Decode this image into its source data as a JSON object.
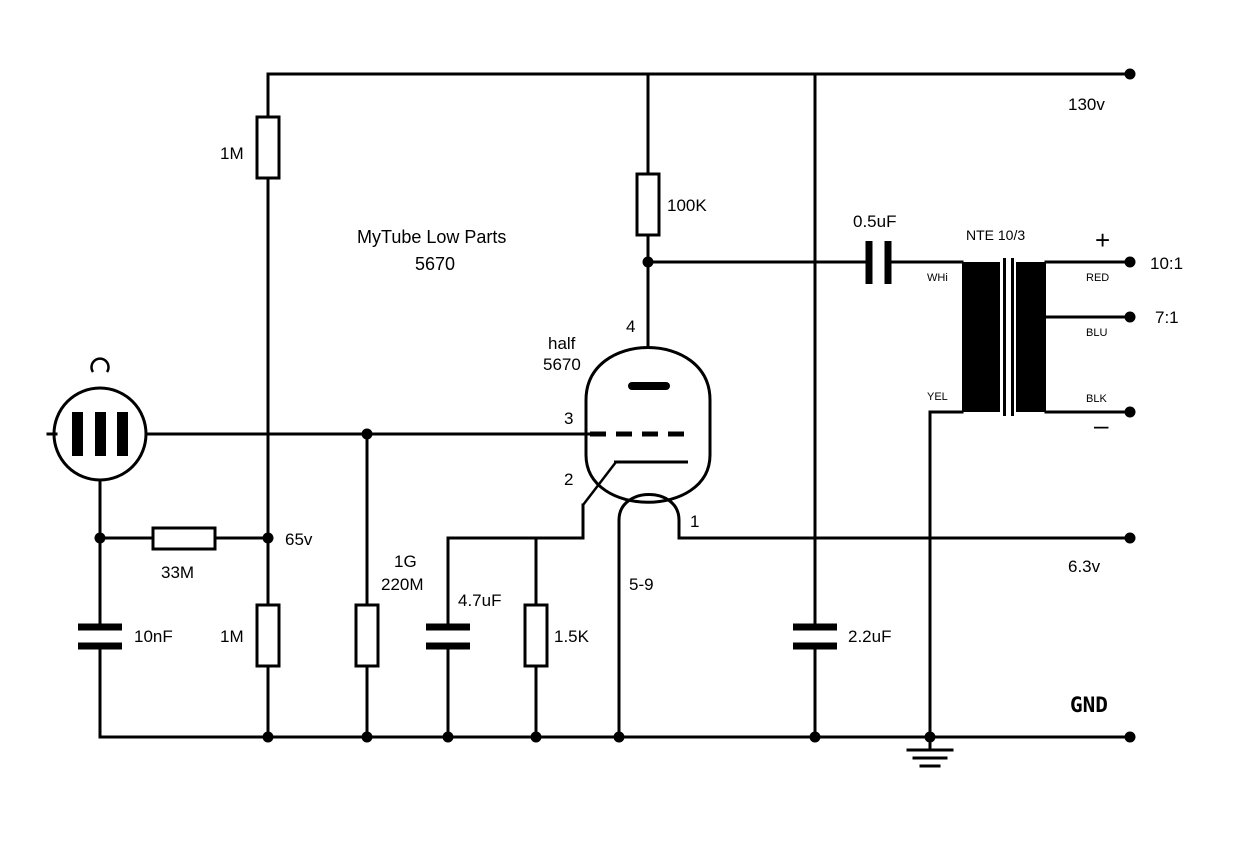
{
  "title": "MyTube Low Parts",
  "tube_model": "5670",
  "tube_label_line1": "half",
  "tube_label_line2": "5670",
  "pins": {
    "plate": "4",
    "grid": "3",
    "cathode": "2",
    "heater_a": "1",
    "heater_b": "5-9"
  },
  "components": {
    "r_top": "1M",
    "r_bottom": "1M",
    "r_plate": "100K",
    "r_series": "33M",
    "c_input": "10nF",
    "r_grid_line1": "1G",
    "r_grid_line2": "220M",
    "c_cathode": "4.7uF",
    "r_cathode": "1.5K",
    "c_supply": "2.2uF",
    "c_coupling": "0.5uF",
    "transformer": "NTE 10/3"
  },
  "nodes": {
    "mid_voltage": "65v",
    "supply": "130v",
    "heater": "6.3v",
    "ground": "GND"
  },
  "transformer_leads": {
    "primary_top": "WHi",
    "primary_bottom": "YEL",
    "sec_red": "RED",
    "sec_blu": "BLU",
    "sec_blk": "BLK"
  },
  "outputs": {
    "ratio_1": "10:1",
    "ratio_2": "7:1",
    "plus": "+",
    "minus": "–"
  }
}
